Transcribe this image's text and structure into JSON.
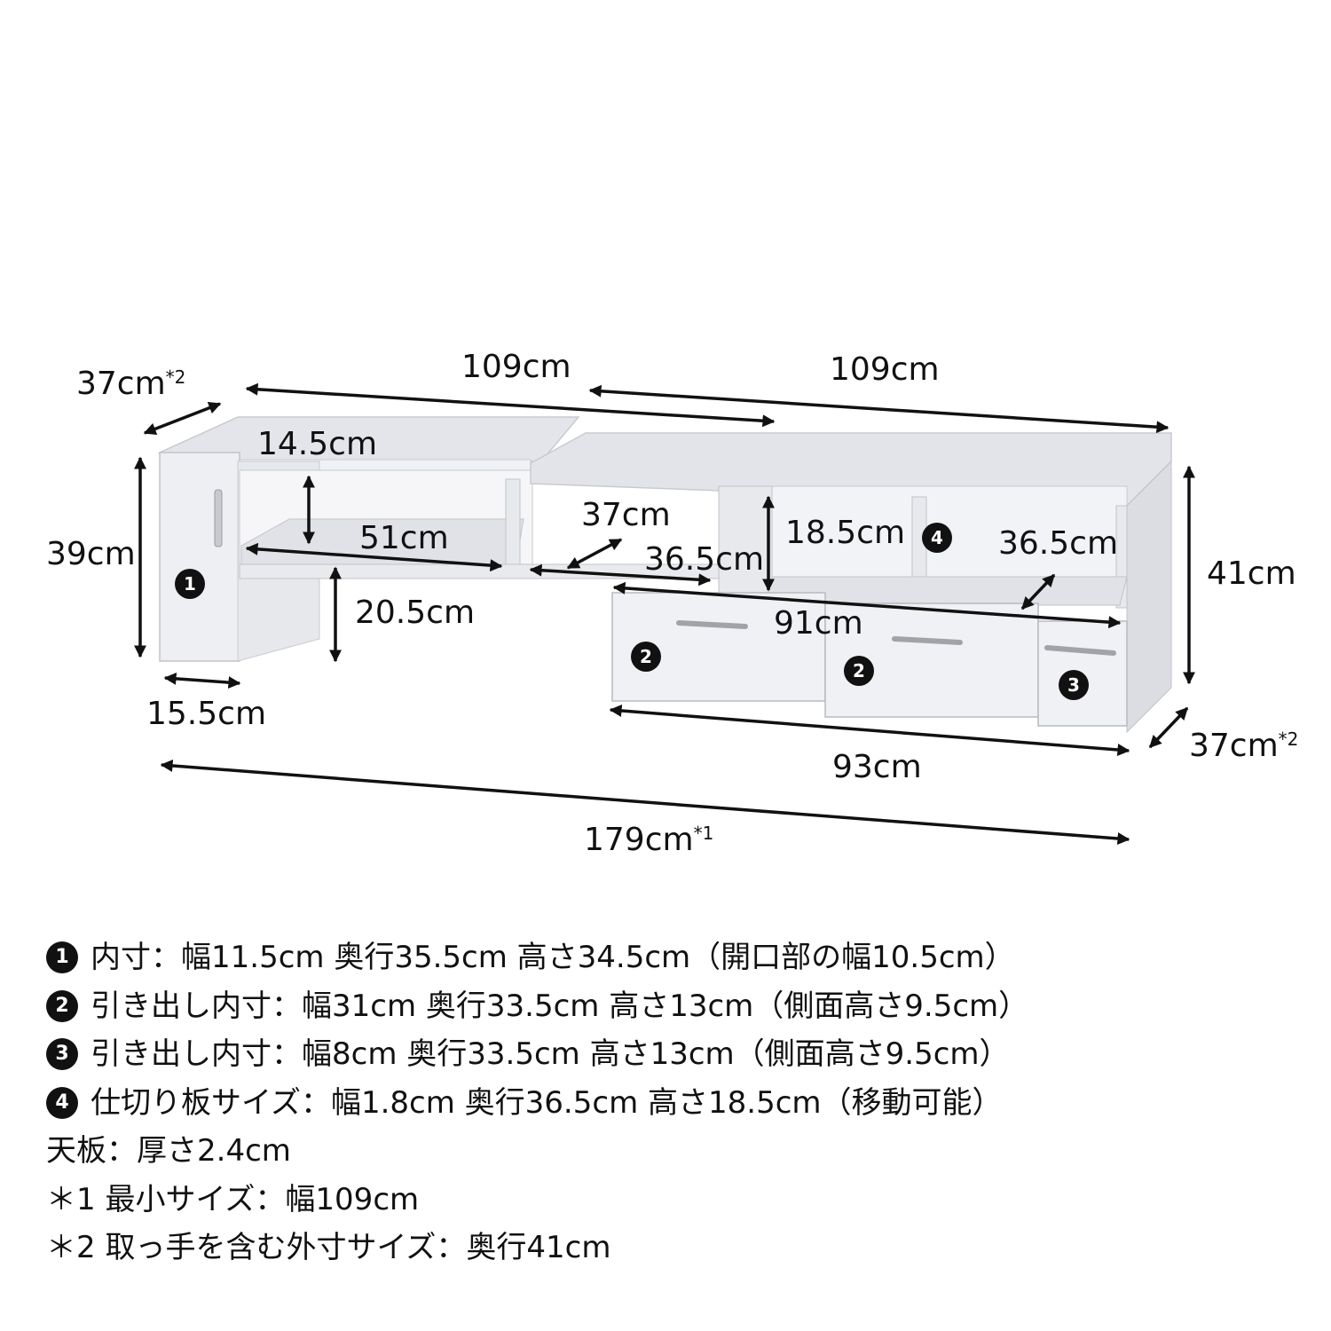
{
  "dimensions": {
    "depth_left": "37cm",
    "depth_left_sup": "*2",
    "width_left_unit": "109cm",
    "width_right_unit": "109cm",
    "shelf_height_top": "14.5cm",
    "height_left": "39cm",
    "shelf_width_left": "51cm",
    "shelf_depth_middle": "37cm",
    "shelf_width_middle": "36.5cm",
    "shelf_height_right": "18.5cm",
    "shelf_depth_right": "36.5cm",
    "height_right": "41cm",
    "lower_opening_height": "20.5cm",
    "inner_width_right": "91cm",
    "column_width_left": "15.5cm",
    "drawer_unit_width": "93cm",
    "depth_right": "37cm",
    "depth_right_sup": "*2",
    "total_width": "179cm",
    "total_width_sup": "*1"
  },
  "badges": [
    "1",
    "2",
    "2",
    "3",
    "4"
  ],
  "notes": [
    {
      "badge": "1",
      "text": "内寸：幅11.5cm 奥行35.5cm 高さ34.5cm（開口部の幅10.5cm）"
    },
    {
      "badge": "2",
      "text": "引き出し内寸：幅31cm 奥行33.5cm 高さ13cm（側面高さ9.5cm）"
    },
    {
      "badge": "3",
      "text": "引き出し内寸：幅8cm 奥行33.5cm 高さ13cm（側面高さ9.5cm）"
    },
    {
      "badge": "4",
      "text": "仕切り板サイズ：幅1.8cm 奥行36.5cm 高さ18.5cm（移動可能）"
    },
    {
      "badge": "",
      "text": "天板：厚さ2.4cm"
    },
    {
      "badge": "",
      "text": "＊1 最小サイズ：幅109cm"
    },
    {
      "badge": "",
      "text": "＊2 取っ手を含む外寸サイズ：奥行41cm"
    }
  ],
  "colors": {
    "furniture_face": "#eeeff3",
    "furniture_top": "#e6e7ec",
    "furniture_shadow": "#d6d7dd",
    "arrow": "#111111"
  }
}
